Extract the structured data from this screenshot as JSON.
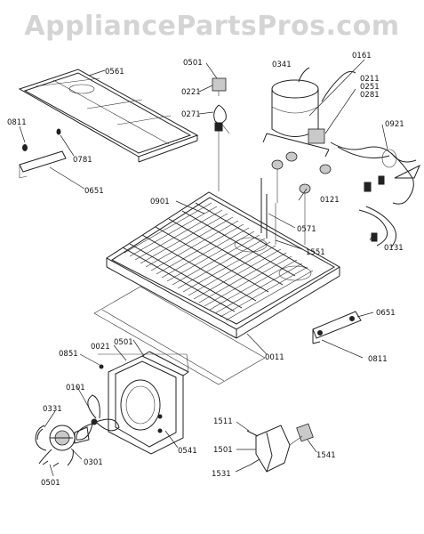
{
  "watermark": "AppliancePartsPros.com",
  "callouts": {
    "c0561": "0561",
    "c0811a": "0811",
    "c0781": "0781",
    "c0651a": "0651",
    "c0501a": "0501",
    "c0221": "0221",
    "c0271": "0271",
    "c0341": "0341",
    "c0161": "0161",
    "c0211": "0211",
    "c0251": "0251",
    "c0281": "0281",
    "c0921": "0921",
    "c0901": "0901",
    "c0121": "0121",
    "c0571": "0571",
    "c1551": "1551",
    "c0131": "0131",
    "c0651b": "0651",
    "c0811b": "0811",
    "c0011": "0011",
    "c0021": "0021",
    "c0501b": "0501",
    "c0851": "0851",
    "c0101": "0101",
    "c0331": "0331",
    "c0301": "0301",
    "c0501c": "0501",
    "c0541": "0541",
    "c1511": "1511",
    "c1501": "1501",
    "c1541": "1541",
    "c1531": "1531"
  }
}
